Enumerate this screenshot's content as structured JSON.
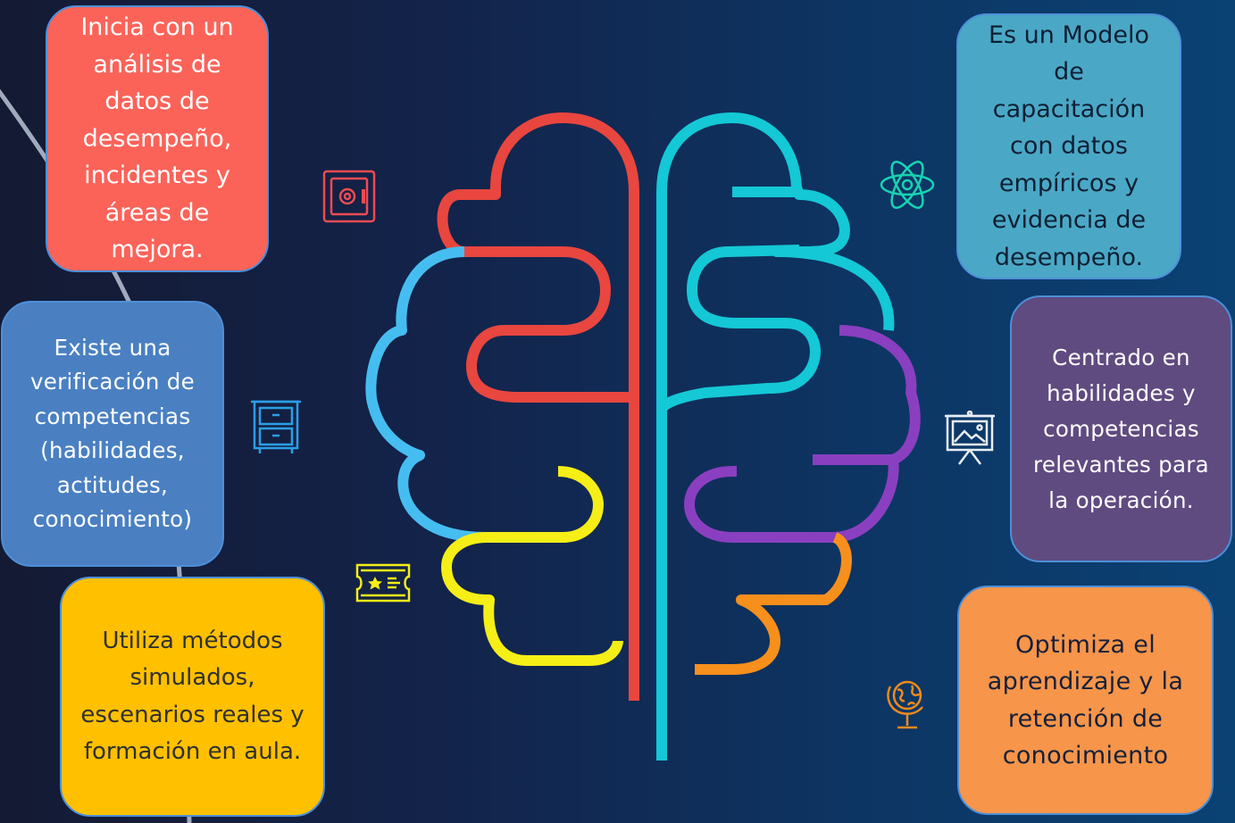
{
  "boxes": {
    "analysis": "Inicia con un análisis de datos de desempeño, incidentes y áreas de mejora.",
    "verification": "Existe una verificación de competencias (habilidades, actitudes, conocimiento)",
    "methods": "Utiliza métodos simulados, escenarios reales y formación en aula.",
    "model": "Es un Modelo de capacitación con datos empíricos y evidencia de desempeño.",
    "centered": "Centrado en habilidades y competencias relevantes para la operación.",
    "optimize": "Optimiza el aprendizaje y la retención de conocimiento"
  },
  "icons": [
    "safe-icon",
    "cabinet-icon",
    "ticket-icon",
    "atom-icon",
    "presentation-board-icon",
    "globe-icon"
  ],
  "colors": {
    "red": "#e8463f",
    "blue": "#46bdf0",
    "yellow": "#f5ee17",
    "cyan": "#14c8d6",
    "purple": "#8a3fc0",
    "orange": "#f78f1c",
    "box_red": "#fb6359",
    "box_blue": "#4a80c2",
    "box_yellow": "#ffc000",
    "box_teal": "#4aa8c6",
    "box_purple": "#5f4b80",
    "box_orange": "#f7954a"
  }
}
